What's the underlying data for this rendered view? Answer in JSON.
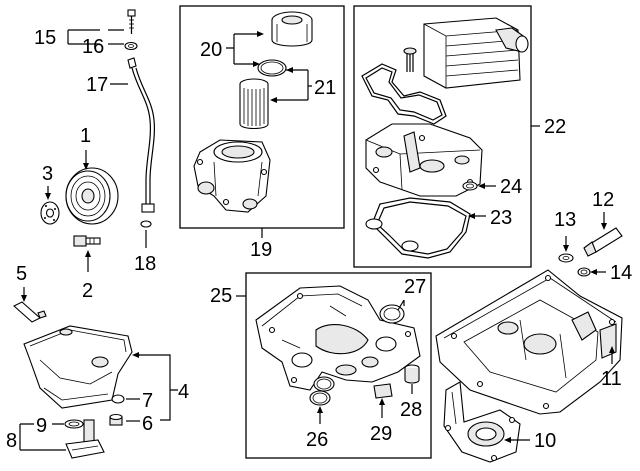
{
  "diagram": {
    "callouts": {
      "c1": "1",
      "c2": "2",
      "c3": "3",
      "c4": "4",
      "c5": "5",
      "c6": "6",
      "c7": "7",
      "c8": "8",
      "c9": "9",
      "c10": "10",
      "c11": "11",
      "c12": "12",
      "c13": "13",
      "c14": "14",
      "c15": "15",
      "c16": "16",
      "c17": "17",
      "c18": "18",
      "c19": "19",
      "c20": "20",
      "c21": "21",
      "c22": "22",
      "c23": "23",
      "c24": "24",
      "c25": "25",
      "c26": "26",
      "c27": "27",
      "c28": "28",
      "c29": "29"
    },
    "colors": {
      "line": "#000000",
      "background": "#ffffff",
      "shade": "#e9e9e9"
    }
  }
}
